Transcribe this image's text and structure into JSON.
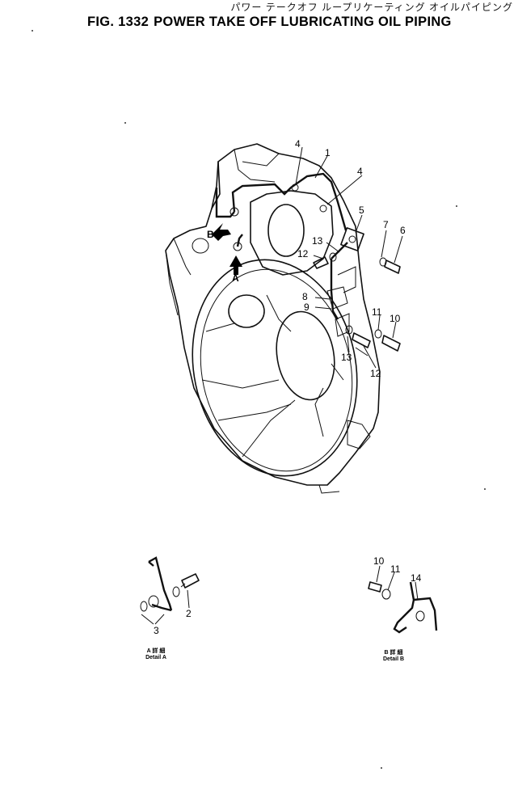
{
  "header": {
    "japanese_title": "パワー テークオフ ループリケーティング オイルパイピング",
    "fig_number": "FIG. 1332",
    "title": "POWER TAKE OFF LUBRICATING OIL PIPING"
  },
  "callouts": {
    "c1": "1",
    "c2": "2",
    "c3": "3",
    "c4a": "4",
    "c4b": "4",
    "c5": "5",
    "c6": "6",
    "c7": "7",
    "c8": "8",
    "c9": "9",
    "c10a": "10",
    "c10b": "10",
    "c11a": "11",
    "c11b": "11",
    "c12a": "12",
    "c12b": "12",
    "c13a": "13",
    "c13b": "13",
    "c14": "14",
    "arrowA": "A",
    "arrowB": "B"
  },
  "details": {
    "a_jp": "A 詳 細",
    "a_en": "Detail A",
    "b_jp": "B 詳 細",
    "b_en": "Detail B"
  }
}
